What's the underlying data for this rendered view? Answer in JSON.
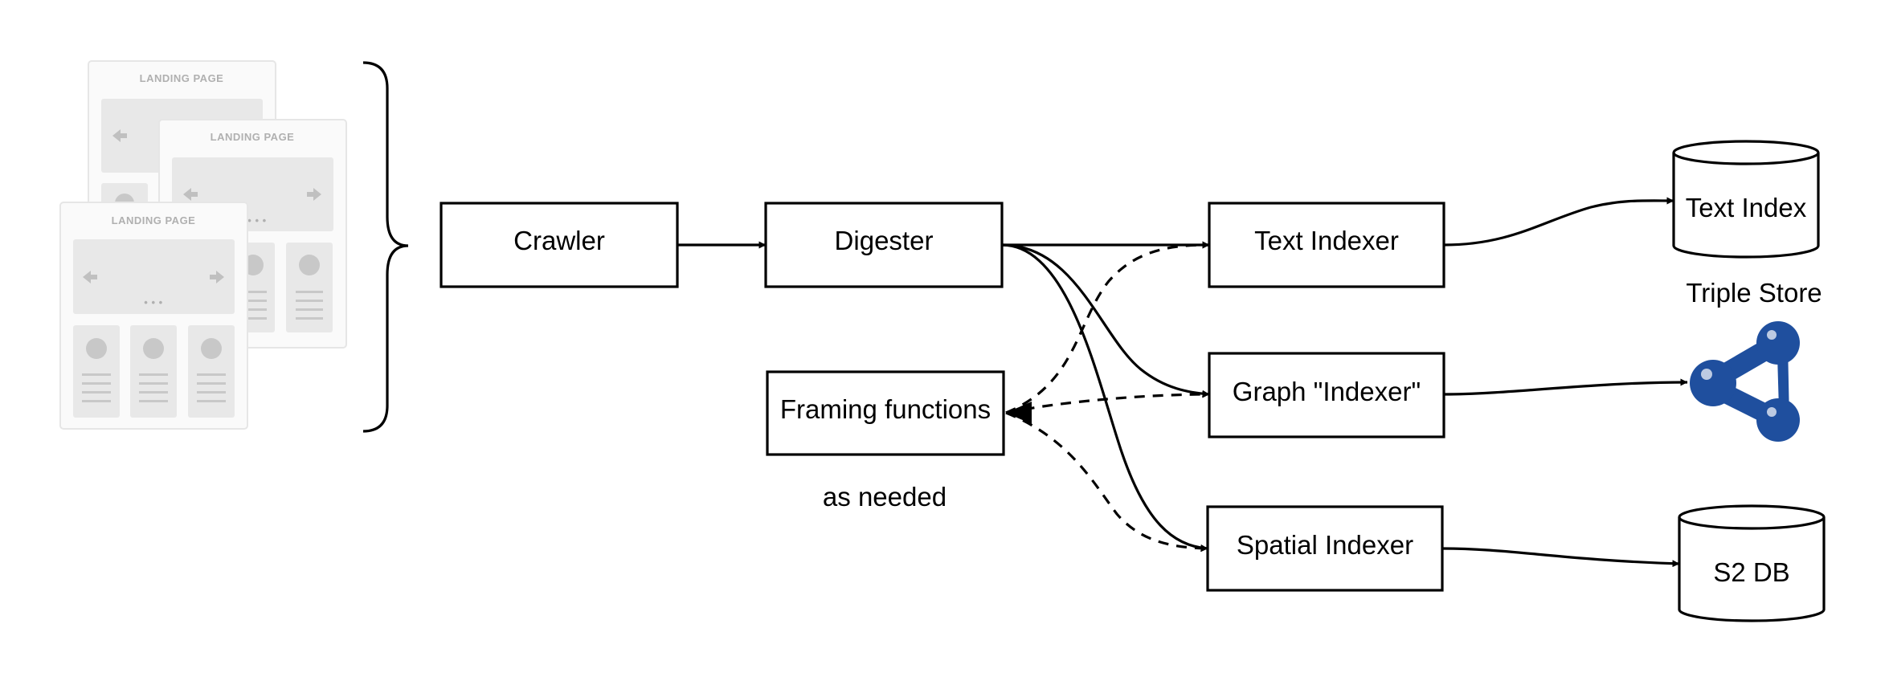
{
  "wireframes": {
    "card_label_1": "LANDING PAGE",
    "card_label_2": "LANDING PAGE",
    "card_label_3": "LANDING PAGE",
    "dots": "• • •"
  },
  "nodes": {
    "crawler": "Crawler",
    "digester": "Digester",
    "framing": "Framing functions",
    "framing_note": "as needed",
    "text_indexer": "Text Indexer",
    "graph_indexer": "Graph \"Indexer\"",
    "spatial_indexer": "Spatial Indexer",
    "text_index": "Text Index",
    "triple_store": "Triple Store",
    "s2_db": "S2 DB"
  },
  "colors": {
    "graph_icon": "#1f4f9e",
    "wireframe_border": "#e6e6e6",
    "wireframe_fill": "#e8e8e8",
    "wireframe_shape": "#c8c8c8"
  },
  "icons": {
    "triple_store": "graph-network-icon"
  }
}
